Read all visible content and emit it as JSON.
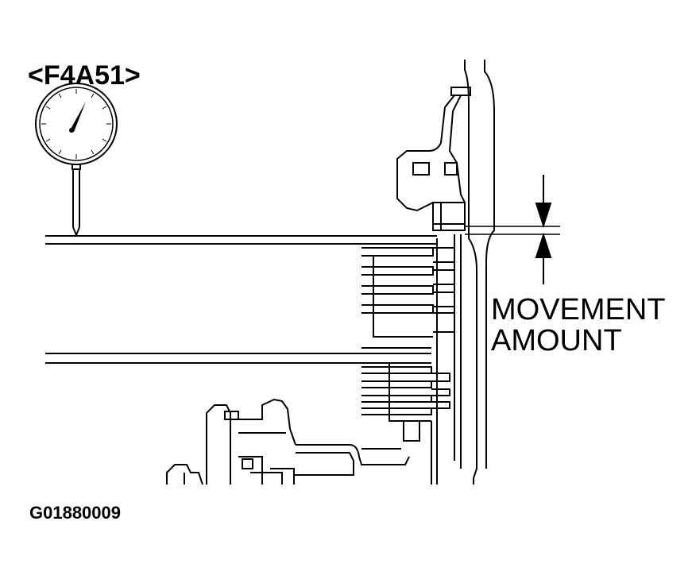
{
  "diagram": {
    "model_label": "<F4A51>",
    "movement_label_line1": "MOVEMENT",
    "movement_label_line2": "AMOUNT",
    "figure_code": "G01880009"
  },
  "colors": {
    "ink": "#000000",
    "paper": "#ffffff"
  },
  "icons": {
    "gauge": "dial-indicator-icon",
    "arrow": "arrow-icon"
  }
}
